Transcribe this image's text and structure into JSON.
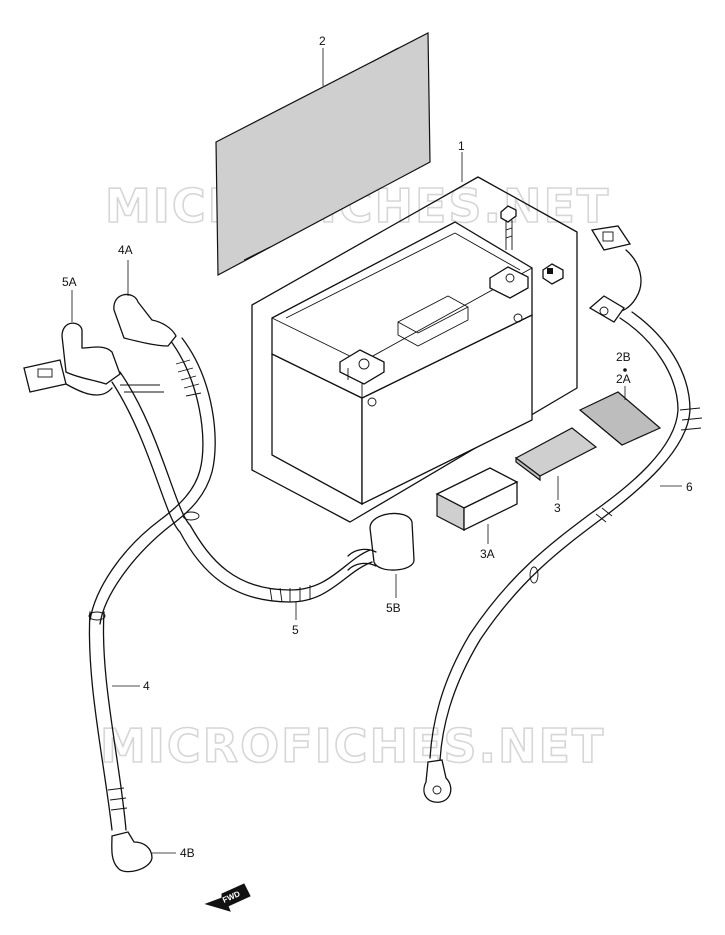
{
  "watermark": "MICROFICHES.NET",
  "fwd_label": "FWD",
  "callouts": {
    "c1": "1",
    "c2": "2",
    "c2b": "2B",
    "c2a": "2A",
    "c3": "3",
    "c3a": "3A",
    "c4": "4",
    "c4a": "4A",
    "c4b": "4B",
    "c5": "5",
    "c5a": "5A",
    "c5b": "5B",
    "c6": "6"
  }
}
